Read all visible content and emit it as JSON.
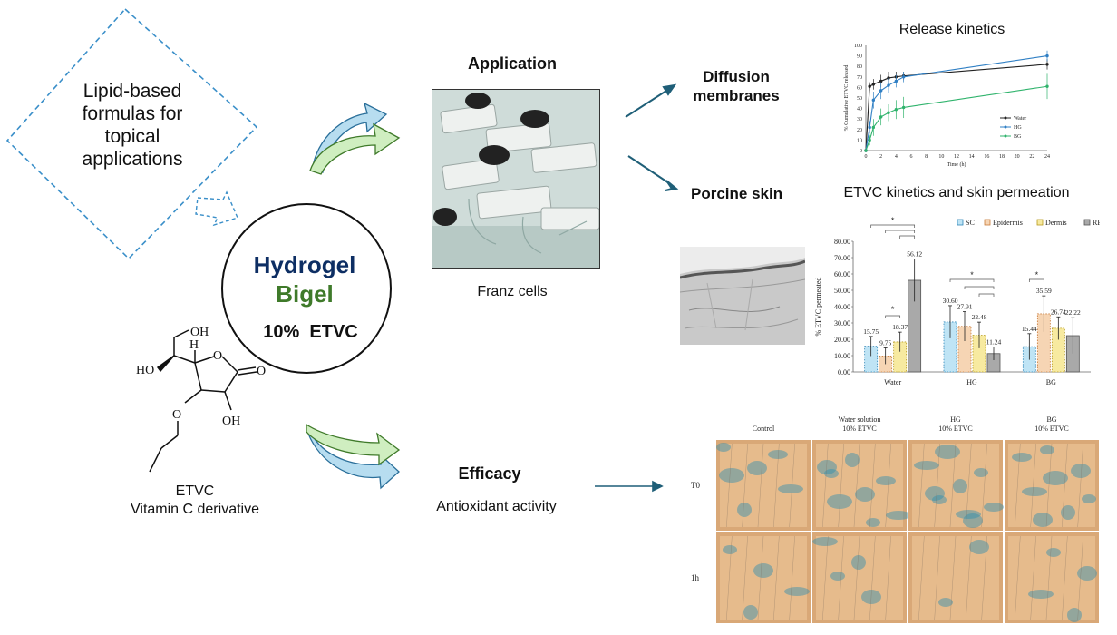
{
  "diamond_text": "Lipid-based formulas for topical applications",
  "circle": {
    "line1": "Hydrogel",
    "line2": "Bigel",
    "line3": "10%  ETVC"
  },
  "molecule": {
    "oh_top": "OH",
    "h": "H",
    "ho_left": "HO",
    "o_ring": "O",
    "o_carbonyl": "O",
    "o_ether": "O",
    "oh_bottom": "OH"
  },
  "etvc_caption": {
    "line1": "ETVC",
    "line2": "Vitamin C derivative"
  },
  "application": {
    "title": "Application",
    "caption": "Franz cells"
  },
  "diffusion_label": "Diffusion membranes",
  "porcine_label": "Porcine skin",
  "efficacy": {
    "title": "Efficacy",
    "subtitle": "Antioxidant activity"
  },
  "colors": {
    "navy": "#0d2e63",
    "green": "#3f7a2a",
    "arrow_blue": "#2e6d86",
    "kinetic_water": "#222222",
    "kinetic_hg": "#2f7fc4",
    "kinetic_bg": "#2fb36c"
  },
  "release_chart": {
    "type": "line",
    "title": "Release kinetics",
    "xlabel": "Time (h)",
    "ylabel": "% Cumulative ETVC released",
    "xlim": [
      0,
      24
    ],
    "ylim": [
      0,
      100
    ],
    "x_ticks": [
      "0",
      "2",
      "4",
      "6",
      "8",
      "10",
      "12",
      "14",
      "16",
      "18",
      "20",
      "22",
      "24"
    ],
    "y_ticks": [
      "0",
      "10",
      "20",
      "30",
      "40",
      "50",
      "60",
      "70",
      "80",
      "90",
      "100"
    ],
    "legend_position": "right",
    "series": [
      {
        "name": "Water",
        "x": [
          0,
          0.5,
          1,
          2,
          3,
          4,
          5,
          24
        ],
        "y": [
          0,
          61,
          63,
          66,
          69,
          70,
          71,
          82
        ],
        "err": [
          0,
          4,
          5,
          6,
          6,
          5,
          4,
          5
        ]
      },
      {
        "name": "HG",
        "x": [
          0,
          0.5,
          1,
          2,
          3,
          4,
          5,
          24
        ],
        "y": [
          0,
          22,
          48,
          57,
          62,
          66,
          70,
          90
        ],
        "err": [
          0,
          6,
          8,
          8,
          7,
          6,
          5,
          5
        ]
      },
      {
        "name": "BG",
        "x": [
          0,
          0.5,
          1,
          2,
          3,
          4,
          5,
          24
        ],
        "y": [
          0,
          10,
          22,
          32,
          36,
          39,
          41,
          61
        ],
        "err": [
          0,
          5,
          8,
          8,
          8,
          9,
          10,
          12
        ]
      }
    ]
  },
  "permeation_chart": {
    "type": "bar",
    "title": "ETVC kinetics and skin permeation",
    "ylabel": "% ETVC permeated",
    "ylim": [
      0,
      80
    ],
    "y_ticks": [
      "0.00",
      "10.00",
      "20.00",
      "30.00",
      "40.00",
      "50.00",
      "60.00",
      "70.00",
      "80.00"
    ],
    "categories": [
      "Water",
      "HG",
      "BG"
    ],
    "legend_position": "top",
    "series": [
      {
        "name": "SC",
        "values": [
          15.75,
          30.6,
          15.44
        ],
        "labels": [
          "15.75",
          "30.60",
          "15.44"
        ],
        "err": [
          6,
          10,
          8
        ]
      },
      {
        "name": "Epidermis",
        "values": [
          9.75,
          27.91,
          35.59
        ],
        "labels": [
          "9.75",
          "27.91",
          "35.59"
        ],
        "err": [
          5,
          9,
          11
        ]
      },
      {
        "name": "Dermis",
        "values": [
          18.37,
          22.48,
          26.74
        ],
        "labels": [
          "18.37",
          "22.48",
          "26.74"
        ],
        "err": [
          6,
          8,
          7
        ]
      },
      {
        "name": "RF",
        "values": [
          56.12,
          11.24,
          22.22
        ],
        "labels": [
          "56.12",
          "11.24",
          "22.22"
        ],
        "err": [
          13,
          4,
          11
        ]
      }
    ],
    "significance_mark": "*"
  },
  "antioxidant_grid": {
    "columns": [
      "Control",
      "Water solution\n10% ETVC",
      "HG\n10% ETVC",
      "BG\n10% ETVC"
    ],
    "rows": [
      "T0",
      "1h"
    ],
    "stain_levels": [
      [
        0.45,
        0.6,
        0.65,
        0.55
      ],
      [
        0.3,
        0.3,
        0.12,
        0.3
      ]
    ]
  }
}
